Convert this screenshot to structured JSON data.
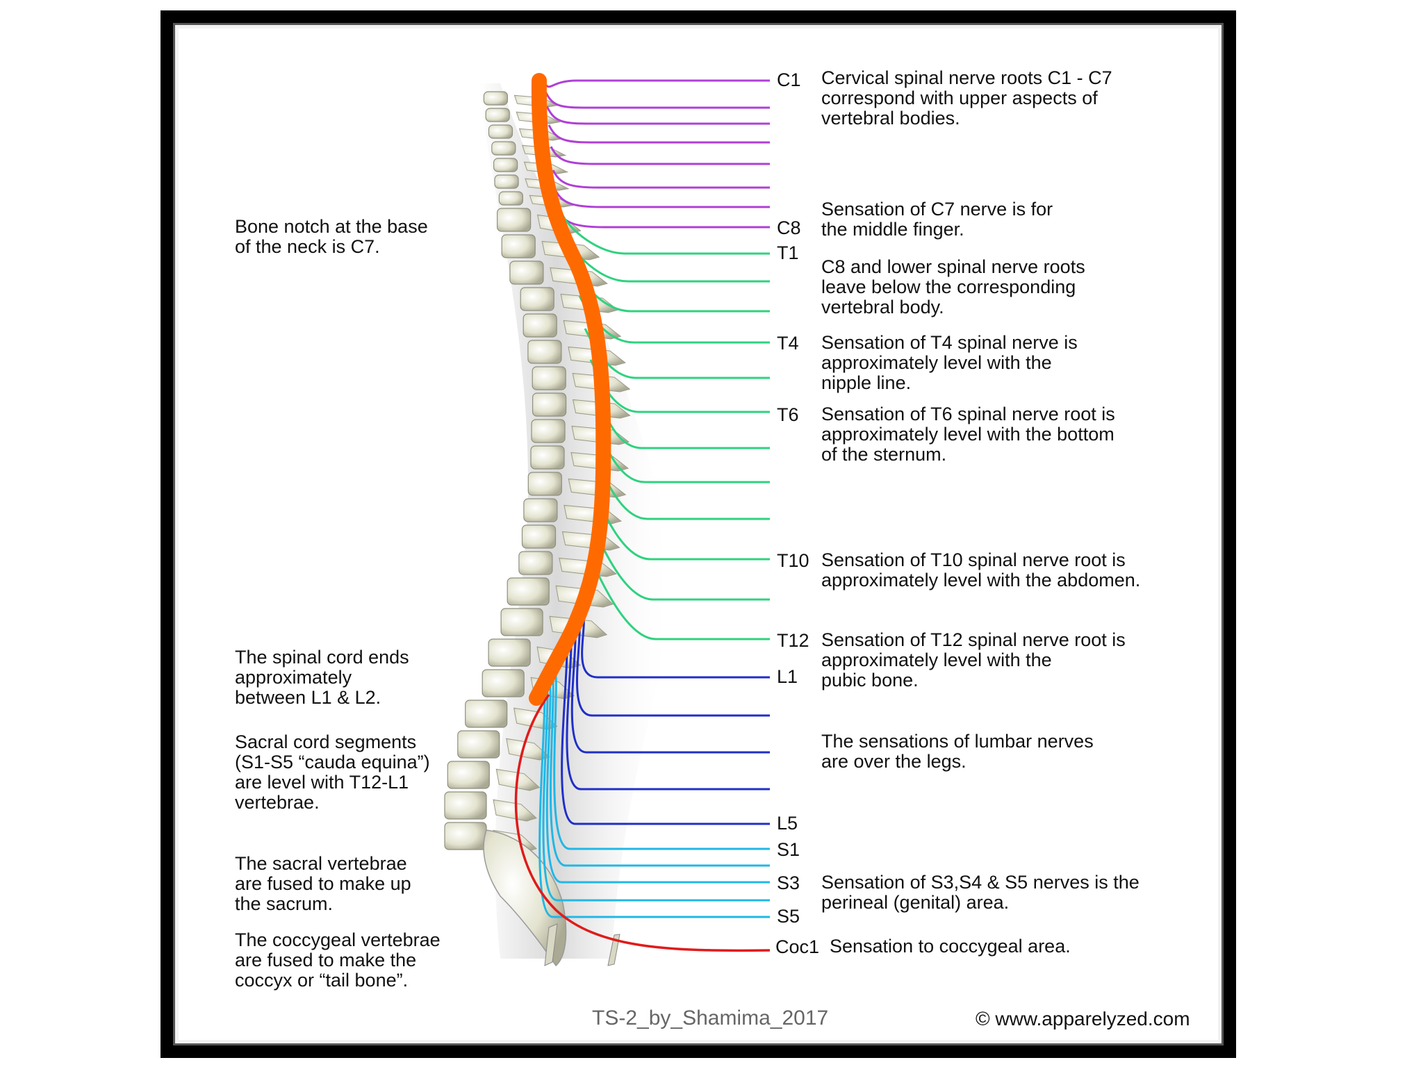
{
  "colors": {
    "cervical": "#b03fd6",
    "thoracic": "#2ed27f",
    "lumbar": "#1f2fc8",
    "sacral": "#21b7e6",
    "coccygeal": "#e01b1b",
    "spinal_cord": "#ff6a00",
    "bone": "#e8e8d6"
  },
  "levels": {
    "c1": "C1",
    "c8": "C8",
    "t1": "T1",
    "t4": "T4",
    "t6": "T6",
    "t10": "T10",
    "t12": "T12",
    "l1": "L1",
    "l5": "L5",
    "s1": "S1",
    "s3": "S3",
    "s5": "S5",
    "coc1": "Coc1"
  },
  "right_notes": {
    "cervical": "Cervical spinal nerve roots C1 - C7\ncorrespond with upper aspects of\nvertebral bodies.",
    "c7": "Sensation of C7 nerve is for\nthe middle finger.",
    "c8": "C8 and lower spinal nerve roots\nleave below the corresponding\nvertebral body.",
    "t4": "Sensation of T4 spinal nerve is\napproximately level with the\nnipple line.",
    "t6": "Sensation of T6 spinal nerve root is\napproximately level with the bottom\nof the sternum.",
    "t10": "Sensation of T10 spinal nerve root is\napproximately level with the abdomen.",
    "t12": "Sensation of T12 spinal nerve root is\napproximately level with the\npubic bone.",
    "lumbar": "The sensations of lumbar nerves\nare over the legs.",
    "s3": "Sensation of S3,S4 & S5 nerves is the\nperineal (genital) area.",
    "coc1": "Sensation to coccygeal area."
  },
  "left_notes": {
    "c7_notch": "Bone notch at the base\nof the neck is C7.",
    "cord_end": "The spinal cord ends\napproximately\nbetween L1 & L2.",
    "sacral_cord": "Sacral cord segments\n(S1-S5 “cauda equina”)\nare level with T12-L1\nvertebrae.",
    "sacrum": "The sacral vertebrae\nare fused to make up\nthe sacrum.",
    "coccyx": "The coccygeal vertebrae\nare fused to make the\ncoccyx or “tail bone”."
  },
  "credits": {
    "watermark": "TS-2_by_Shamima_2017",
    "source": "© www.apparelyzed.com"
  }
}
